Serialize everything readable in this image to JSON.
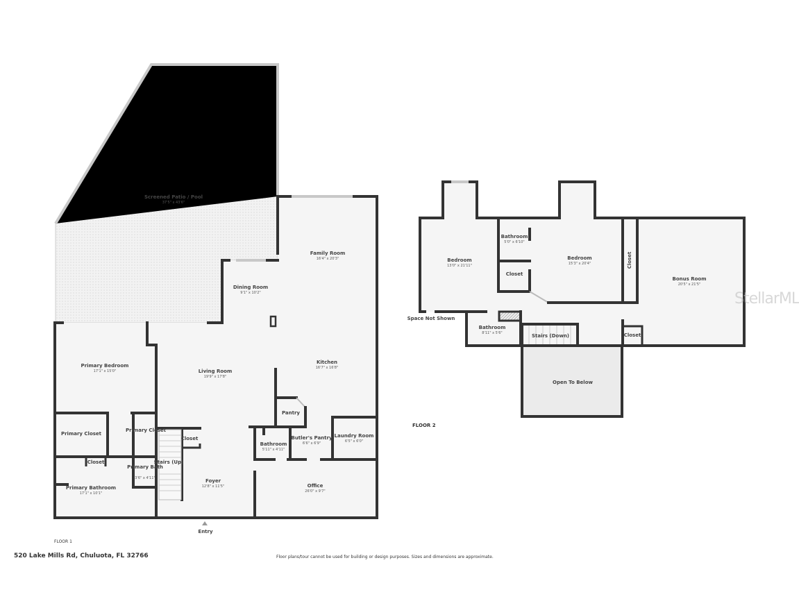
{
  "floor1": {
    "label": "FLOOR 1",
    "rooms": [
      {
        "name": "Screened Patio / Pool",
        "dims": "37'5\" x 43'6\""
      },
      {
        "name": "Family Room",
        "dims": "16'4\" x 20'3\""
      },
      {
        "name": "Dining Room",
        "dims": "9'1\" x 10'2\""
      },
      {
        "name": "Primary Bedroom",
        "dims": "17'1\" x 15'0\""
      },
      {
        "name": "Living Room",
        "dims": "19'9\" x 17'8\""
      },
      {
        "name": "Kitchen",
        "dims": "16'7\" x 16'8\""
      },
      {
        "name": "Primary Closet",
        "dims": ""
      },
      {
        "name": "Primary Closet",
        "dims": ""
      },
      {
        "name": "Closet",
        "dims": ""
      },
      {
        "name": "Closet",
        "dims": ""
      },
      {
        "name": "Primary Bath",
        "dims": "3'6\" x 4'11\""
      },
      {
        "name": "Stairs (Up)",
        "dims": ""
      },
      {
        "name": "Primary Bathroom",
        "dims": "17'1\" x 10'1\""
      },
      {
        "name": "Foyer",
        "dims": "12'8\" x 11'5\""
      },
      {
        "name": "Pantry",
        "dims": ""
      },
      {
        "name": "Bathroom",
        "dims": "5'11\" x 4'11\""
      },
      {
        "name": "Butler's Pantry",
        "dims": "6'6\" x 6'9\""
      },
      {
        "name": "Laundry Room",
        "dims": "6'5\" x 6'0\""
      },
      {
        "name": "Office",
        "dims": "26'0\" x 9'7\""
      }
    ],
    "entry": "Entry"
  },
  "floor2": {
    "label": "FLOOR 2",
    "rooms": [
      {
        "name": "Bedroom",
        "dims": "13'0\" x 21'11\""
      },
      {
        "name": "Bathroom",
        "dims": "5'0\" x 6'10\""
      },
      {
        "name": "Closet",
        "dims": ""
      },
      {
        "name": "Bedroom",
        "dims": "15'3\" x 20'4\""
      },
      {
        "name": "Closet",
        "dims": ""
      },
      {
        "name": "Bonus Room",
        "dims": "20'5\" x 21'5\""
      },
      {
        "name": "Bathroom",
        "dims": "8'11\" x 5'6\""
      },
      {
        "name": "Stairs (Down)",
        "dims": ""
      },
      {
        "name": "Closet",
        "dims": ""
      },
      {
        "name": "Open To Below",
        "dims": ""
      }
    ],
    "space_not_shown": "Space Not Shown"
  },
  "address": "520 Lake Mills Rd, Chuluota, FL 32766",
  "disclaimer": "Floor plans/tour cannot be used for building or design purposes. Sizes and dimensions are approximate.",
  "watermark": "StellarMLS"
}
